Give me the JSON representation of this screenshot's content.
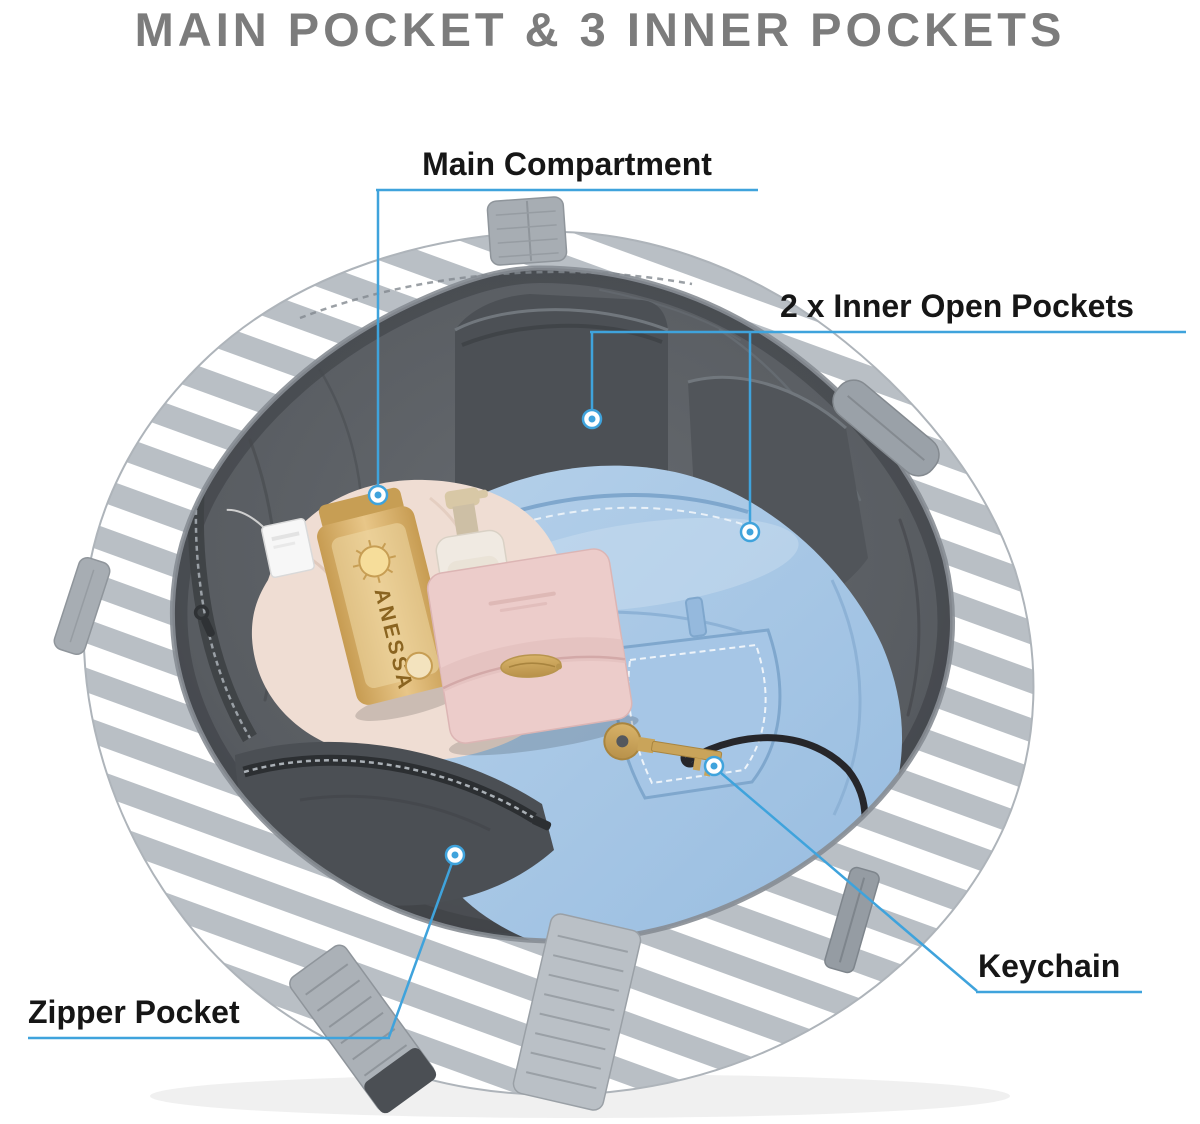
{
  "title": "MAIN POCKET & 3 INNER POCKETS",
  "annotations": {
    "main_compartment": {
      "label": "Main Compartment"
    },
    "inner_open_pockets": {
      "label": "2 x Inner Open Pockets"
    },
    "zipper_pocket": {
      "label": "Zipper Pocket"
    },
    "keychain": {
      "label": "Keychain"
    }
  },
  "bag": {
    "bottle_brand": "ANESSA"
  },
  "colors": {
    "accent_blue": "#3FA3DC",
    "title_gray": "#7C7C7C",
    "label_text": "#161616",
    "stripe_gray": "#B9BFC5",
    "lining_gray": "#595D62"
  }
}
